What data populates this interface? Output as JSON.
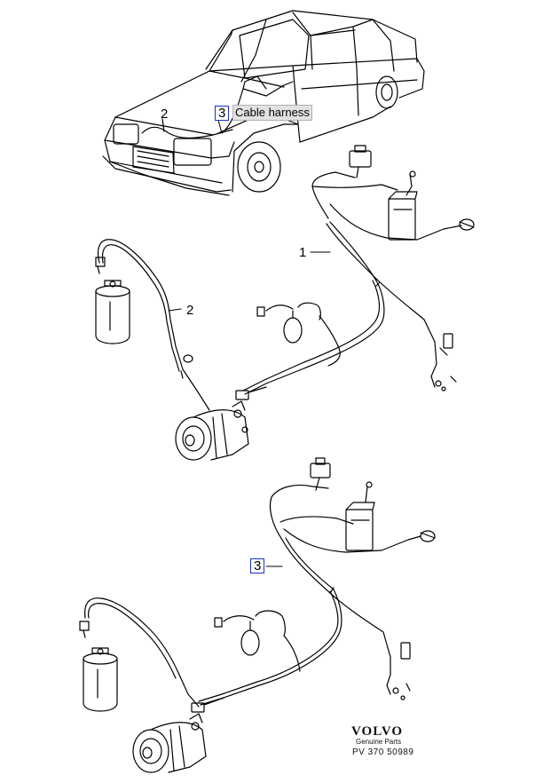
{
  "callouts": {
    "car_harness_2": "2",
    "car_harness_3": "3",
    "item_1": "1",
    "item_2": "2",
    "item_3": "3"
  },
  "tooltip": {
    "text": "Cable harness"
  },
  "brand": {
    "logo": "VOLVO",
    "subtitle": "Genuine Parts",
    "code": "PV 370  50989"
  },
  "colors": {
    "link_box": "#1a2fd0",
    "tooltip_bg": "#e2e2e2",
    "line_art": "#000000"
  }
}
